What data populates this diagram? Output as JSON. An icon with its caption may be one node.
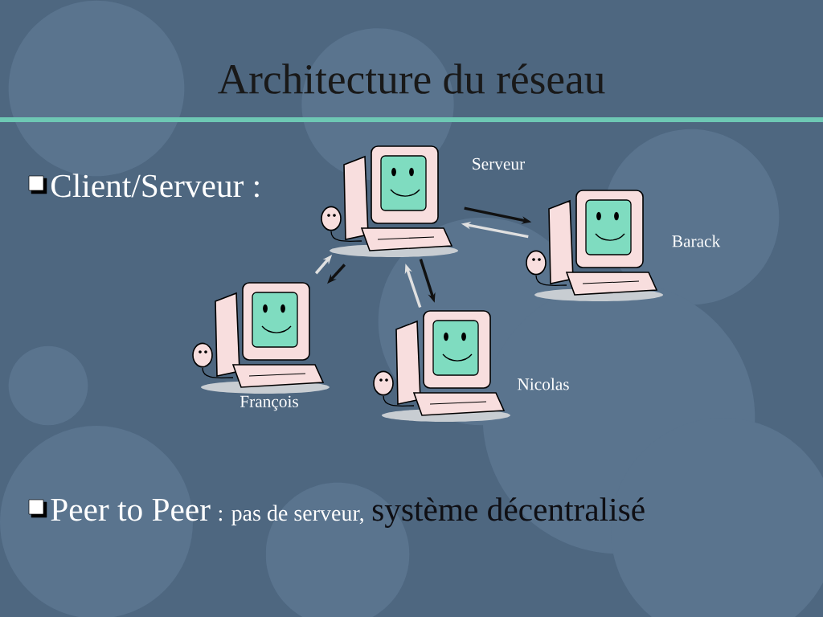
{
  "diagram": {
    "title": "Architecture du réseau",
    "nodes": [
      {
        "text": [],
        "shape": "picture",
        "beside": [
          "Serveur"
        ]
      },
      {
        "text": [],
        "shape": "picture",
        "beside": [
          "Barack"
        ]
      },
      {
        "text": [],
        "shape": "picture",
        "beside": [
          "François"
        ]
      },
      {
        "text": [],
        "shape": "picture",
        "beside": [
          "Nicolas"
        ]
      }
    ],
    "edges": [
      {
        "from": 1,
        "to": 0,
        "arrow": "to",
        "color": "#e0e0e0"
      },
      {
        "from": 0,
        "to": 1,
        "arrow": "to",
        "color": "#111111"
      },
      {
        "from": 0,
        "to": 2,
        "arrow": "to",
        "color": "#111111"
      },
      {
        "from": 2,
        "to": 0,
        "arrow": "to",
        "color": "#e0e0e0"
      },
      {
        "from": 0,
        "to": 3,
        "arrow": "to",
        "color": "#111111"
      },
      {
        "from": 3,
        "to": 0,
        "arrow": "to",
        "color": "#e0e0e0"
      }
    ],
    "labels": [
      "Client/Serveur :",
      "Peer to Peer",
      ": pas de serveur,",
      "système décentralisé"
    ]
  }
}
